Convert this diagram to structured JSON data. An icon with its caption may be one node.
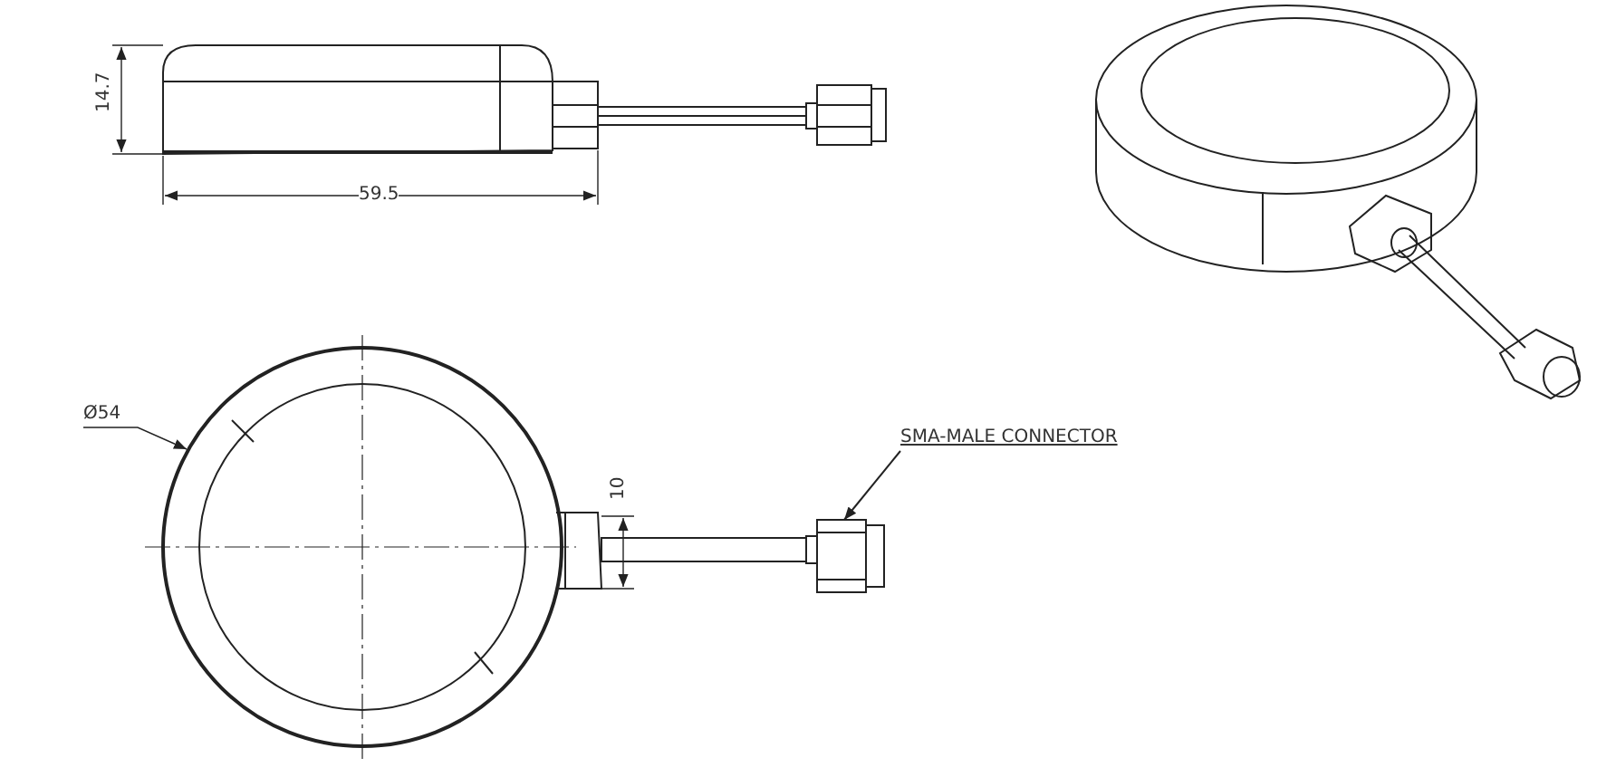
{
  "diagram": {
    "nodes": [
      {
        "text": [
          "SMA-MALE CONNECTOR"
        ]
      },
      {
        "text": [],
        "shape": "picture"
      }
    ],
    "edges": [
      {
        "from": 0,
        "to": 1,
        "arrow": "to"
      }
    ],
    "labels": [
      "14.7",
      "59.5",
      "Ø54",
      "10"
    ]
  }
}
